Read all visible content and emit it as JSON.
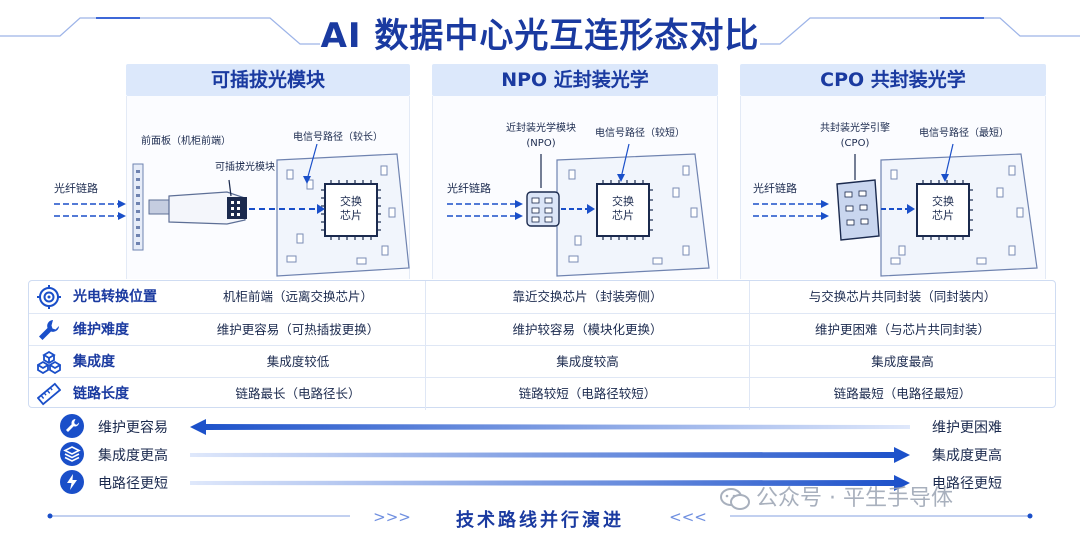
{
  "title": "AI 数据中心光互连形态对比",
  "columns": [
    {
      "header": "可插拔光模块"
    },
    {
      "header": "NPO 近封装光学"
    },
    {
      "header": "CPO 共封装光学"
    }
  ],
  "panel1": {
    "fiber": "光纤链路",
    "front_panel": "前面板（机柜前端）",
    "module": "可插拔光模块",
    "path": "电信号路径（较长）",
    "chip_line1": "交换",
    "chip_line2": "芯片"
  },
  "panel2": {
    "fiber": "光纤链路",
    "module_line1": "近封装光学模块",
    "module_line2": "(NPO)",
    "path": "电信号路径（较短）",
    "chip_line1": "交换",
    "chip_line2": "芯片"
  },
  "panel3": {
    "fiber": "光纤链路",
    "engine_line1": "共封装光学引擎",
    "engine_line2": "(CPO)",
    "path": "电信号路径（最短）",
    "chip_line1": "交换",
    "chip_line2": "芯片"
  },
  "table": [
    {
      "icon": "target-icon",
      "label": "光电转换位置",
      "cells": [
        "机柜前端（远离交换芯片）",
        "靠近交换芯片（封装旁侧）",
        "与交换芯片共同封装（同封装内）"
      ]
    },
    {
      "icon": "wrench-icon",
      "label": "维护难度",
      "cells": [
        "维护更容易（可热插拔更换）",
        "维护较容易（模块化更换）",
        "维护更困难（与芯片共同封装）"
      ]
    },
    {
      "icon": "cubes-icon",
      "label": "集成度",
      "cells": [
        "集成度较低",
        "集成度较高",
        "集成度最高"
      ]
    },
    {
      "icon": "ruler-icon",
      "label": "链路长度",
      "cells": [
        "链路最长（电路径长）",
        "链路较短（电路径较短）",
        "链路最短（电路径最短）"
      ]
    }
  ],
  "trends": [
    {
      "icon": "wrench-icon",
      "left": "维护更容易",
      "right": "维护更困难",
      "direction": "left"
    },
    {
      "icon": "layers-icon",
      "left": "集成度更高",
      "right": "集成度更高",
      "direction": "right"
    },
    {
      "icon": "bolt-icon",
      "left": "电路径更短",
      "right": "电路径更短",
      "direction": "right"
    }
  ],
  "footer": {
    "text": "技术路线并行演进",
    "left_mark": ">>>",
    "right_mark": "<<<"
  },
  "watermark": "公众号 · 平生手导体",
  "colors": {
    "accent": "#1a4fc9",
    "title": "#1a3aa0",
    "header_bg": "#dce8fb"
  }
}
